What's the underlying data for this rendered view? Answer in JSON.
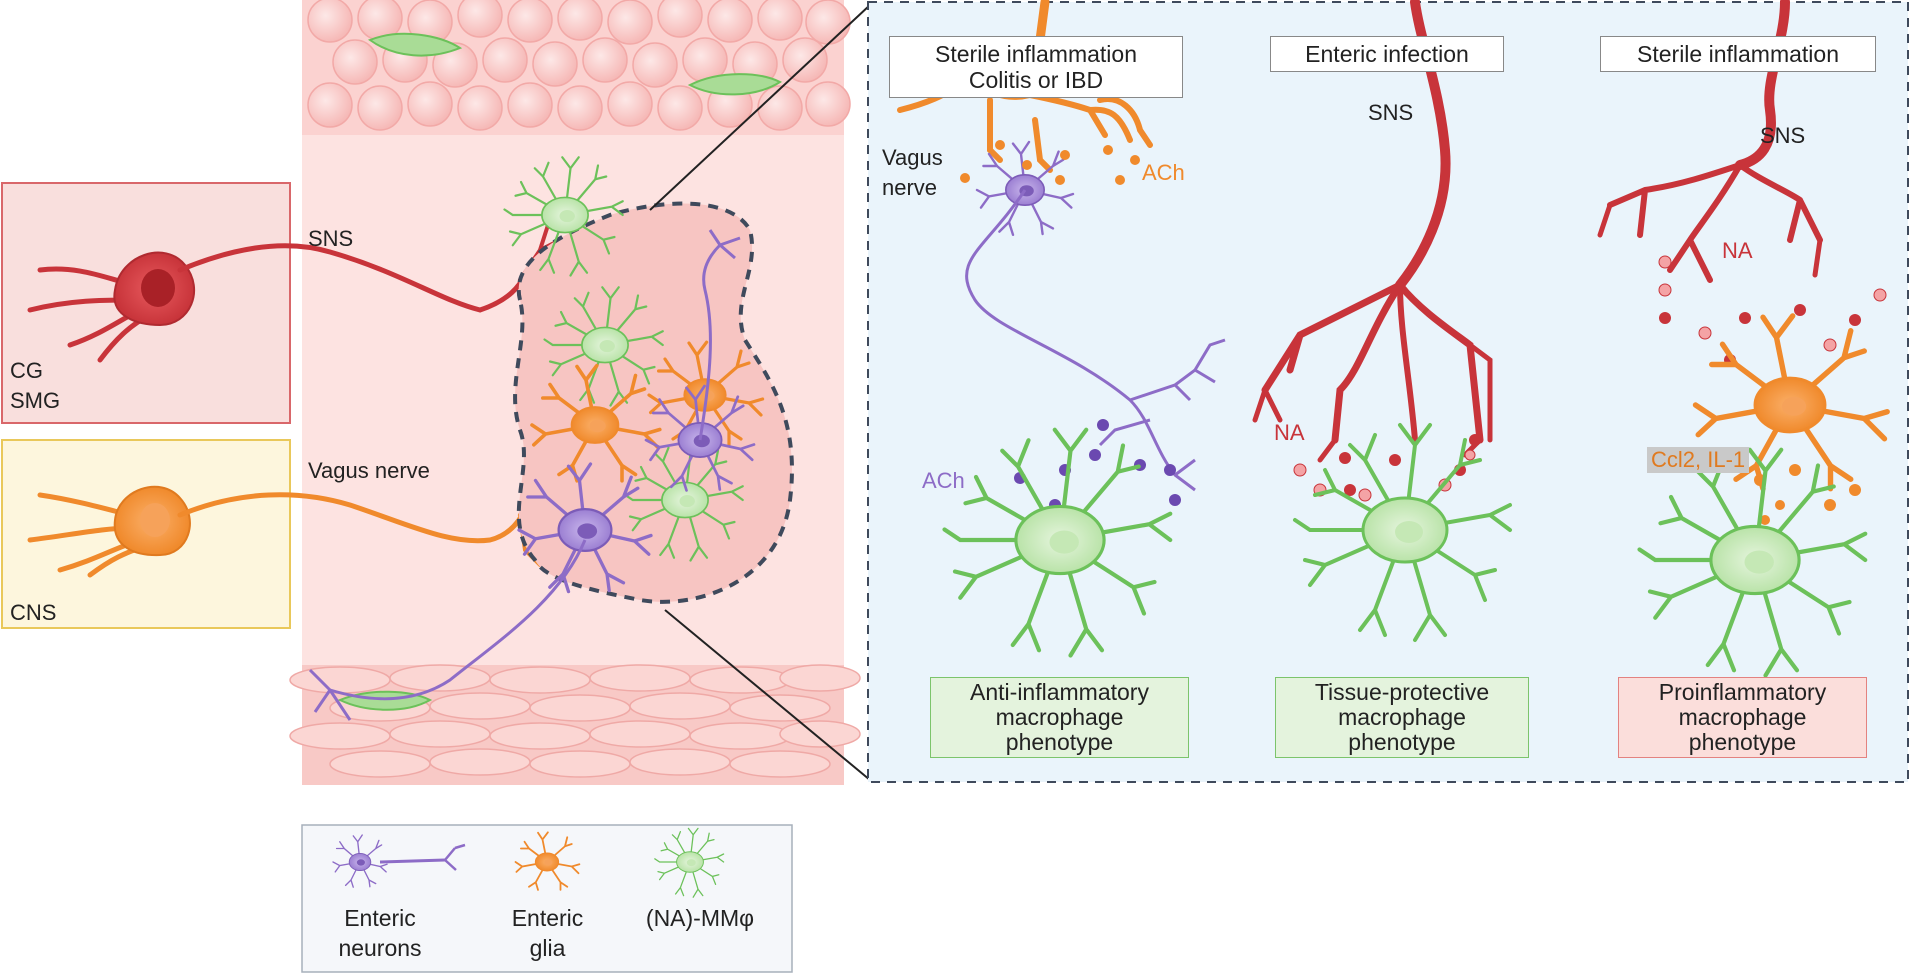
{
  "left_boxes": {
    "sns_box": {
      "ganglia_line1": "CG",
      "ganglia_line2": "SMG"
    },
    "cns_box": {
      "label": "CNS"
    }
  },
  "tissue": {
    "sns_label": "SNS",
    "vagus_label": "Vagus nerve"
  },
  "panels": [
    {
      "title_line1": "Sterile inflammation",
      "title_line2": "Colitis or IBD",
      "nerve_label_line1": "Vagus",
      "nerve_label_line2": "nerve",
      "transmitter_top": "ACh",
      "transmitter_bottom": "ACh",
      "phenotype": [
        "Anti-inflammatory",
        "macrophage",
        "phenotype"
      ]
    },
    {
      "title_line1": "Enteric infection",
      "nerve_label": "SNS",
      "transmitter": "NA",
      "phenotype": [
        "Tissue-protective",
        "macrophage",
        "phenotype"
      ]
    },
    {
      "title_line1": "Sterile inflammation",
      "nerve_label": "SNS",
      "transmitter": "NA",
      "cytokines": "Ccl2, IL-1",
      "phenotype": [
        "Proinflammatory",
        "macrophage",
        "phenotype"
      ]
    }
  ],
  "legend": [
    {
      "line1": "Enteric",
      "line2": "neurons",
      "icon": "enteric-neuron-icon",
      "color": "#8d6cc7"
    },
    {
      "line1": "Enteric",
      "line2": "glia",
      "icon": "enteric-glia-icon",
      "color": "#f08a2c"
    },
    {
      "line1": "(NA)-MMφ",
      "line2": "",
      "icon": "macrophage-icon",
      "color": "#6cc15a"
    }
  ],
  "colors": {
    "sns_red": "#c8343a",
    "vagus_orange": "#f08a2c",
    "neuron_purple": "#8d6cc7",
    "macrophage_green": "#6cc15a",
    "panel_bg": "#eaf4fb",
    "tissue_bg": "#fde3e1"
  }
}
